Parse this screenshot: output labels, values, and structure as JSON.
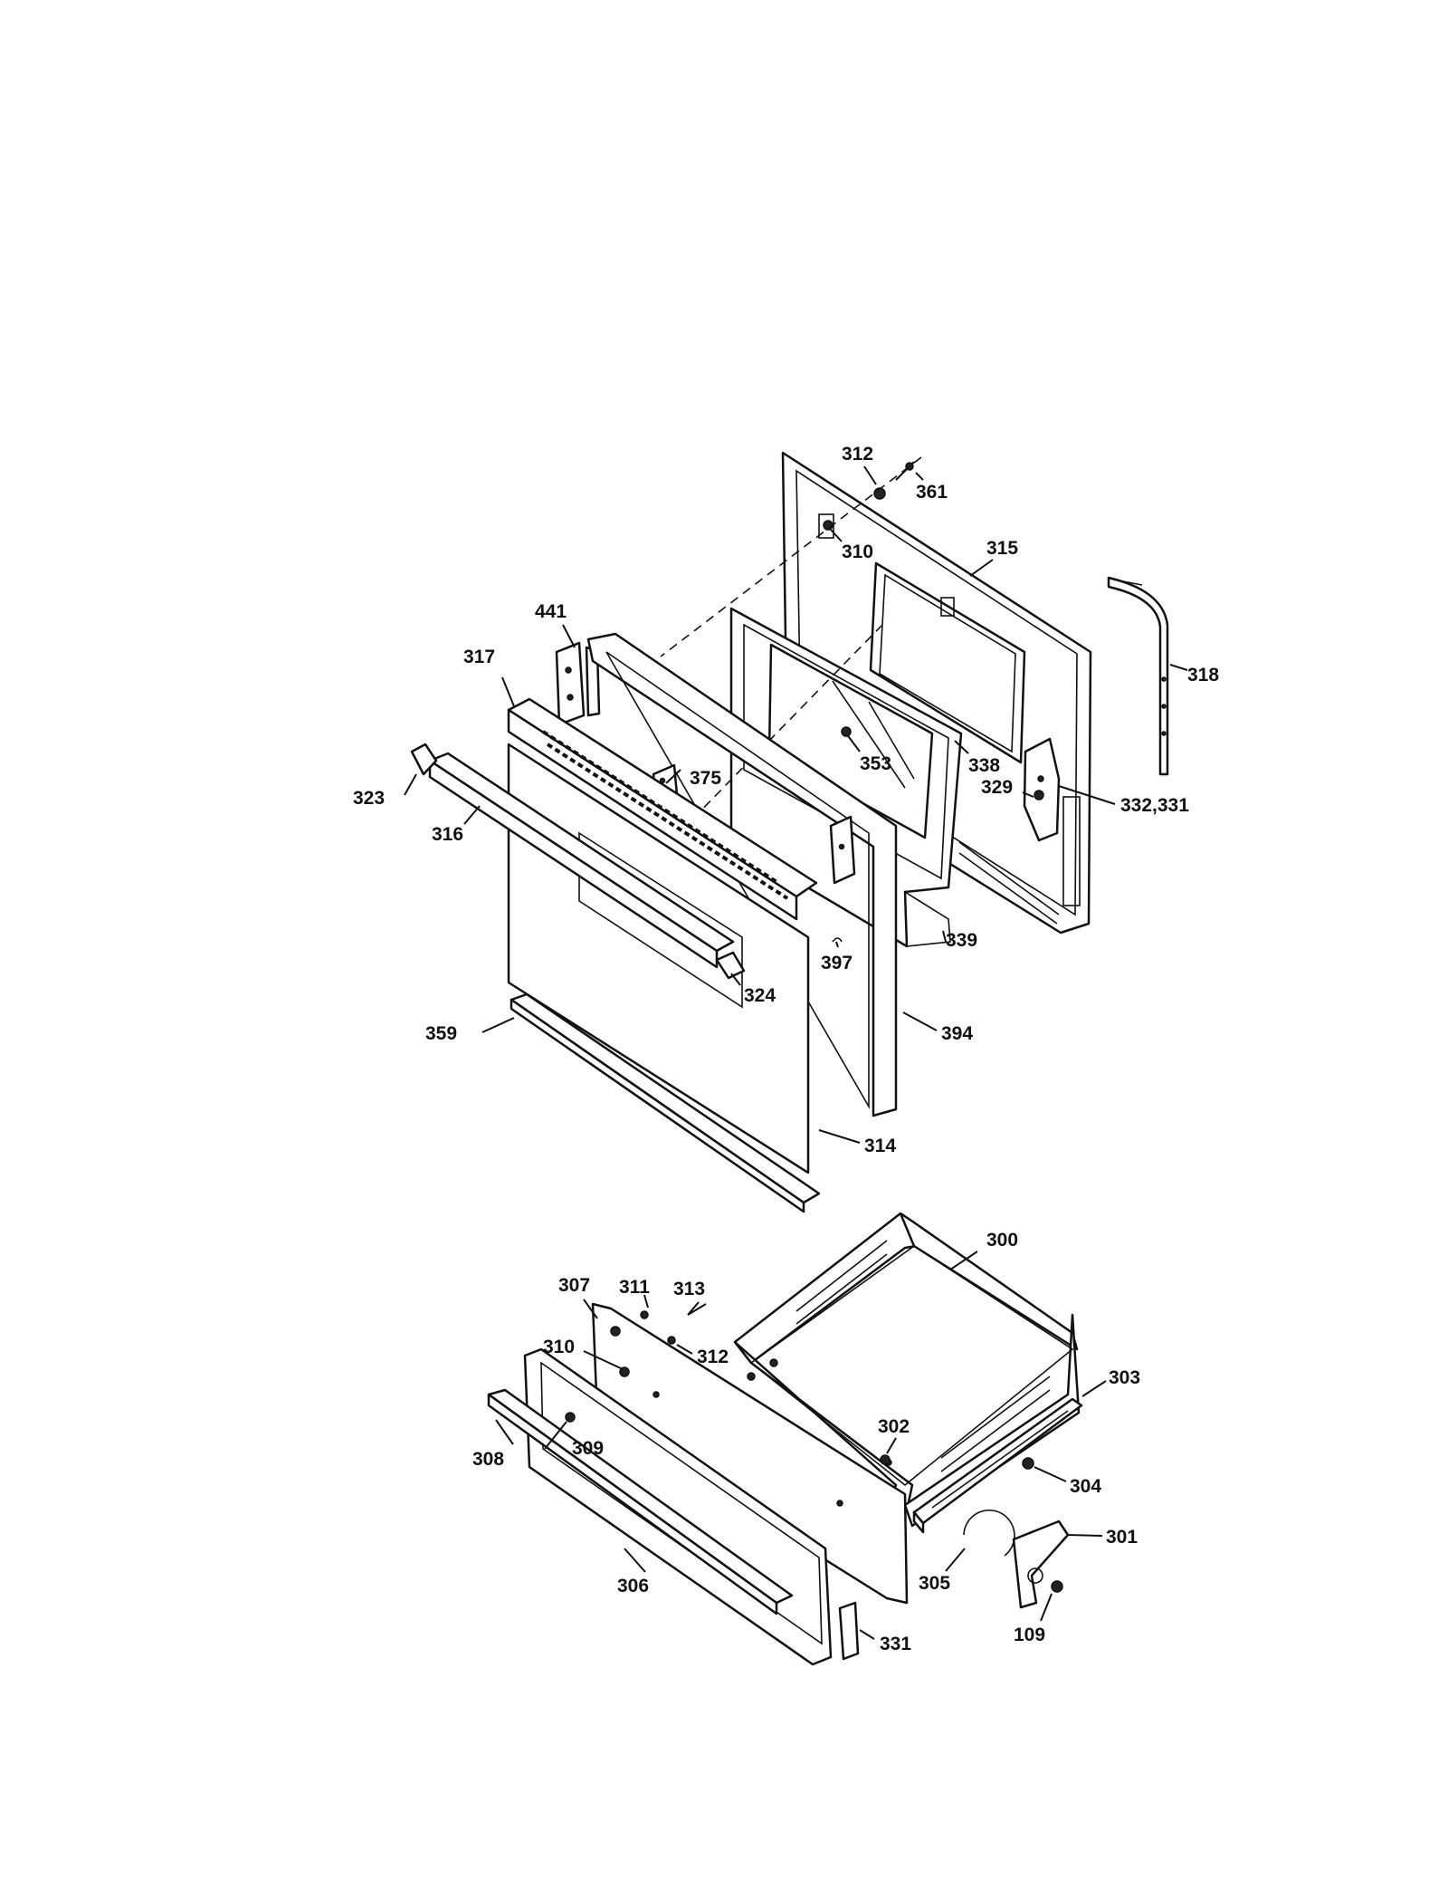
{
  "callouts": [
    {
      "id": "c312a",
      "text": "312"
    },
    {
      "id": "c361",
      "text": "361"
    },
    {
      "id": "c310a",
      "text": "310"
    },
    {
      "id": "c315",
      "text": "315"
    },
    {
      "id": "c318",
      "text": "318"
    },
    {
      "id": "c441",
      "text": "441"
    },
    {
      "id": "c317",
      "text": "317"
    },
    {
      "id": "c375",
      "text": "375"
    },
    {
      "id": "c353",
      "text": "353"
    },
    {
      "id": "c338",
      "text": "338"
    },
    {
      "id": "c329",
      "text": "329"
    },
    {
      "id": "c332",
      "text": "332,331"
    },
    {
      "id": "c323",
      "text": "323"
    },
    {
      "id": "c316",
      "text": "316"
    },
    {
      "id": "c339",
      "text": "339"
    },
    {
      "id": "c397",
      "text": "397"
    },
    {
      "id": "c324",
      "text": "324"
    },
    {
      "id": "c359",
      "text": "359"
    },
    {
      "id": "c394",
      "text": "394"
    },
    {
      "id": "c314",
      "text": "314"
    },
    {
      "id": "c300",
      "text": "300"
    },
    {
      "id": "c307",
      "text": "307"
    },
    {
      "id": "c311",
      "text": "311"
    },
    {
      "id": "c313",
      "text": "313"
    },
    {
      "id": "c312b",
      "text": "312"
    },
    {
      "id": "c310b",
      "text": "310"
    },
    {
      "id": "c303",
      "text": "303"
    },
    {
      "id": "c309",
      "text": "309"
    },
    {
      "id": "c308",
      "text": "308"
    },
    {
      "id": "c302",
      "text": "302"
    },
    {
      "id": "c304",
      "text": "304"
    },
    {
      "id": "c301",
      "text": "301"
    },
    {
      "id": "c306",
      "text": "306"
    },
    {
      "id": "c305",
      "text": "305"
    },
    {
      "id": "c331",
      "text": "331"
    },
    {
      "id": "c109",
      "text": "109"
    }
  ]
}
